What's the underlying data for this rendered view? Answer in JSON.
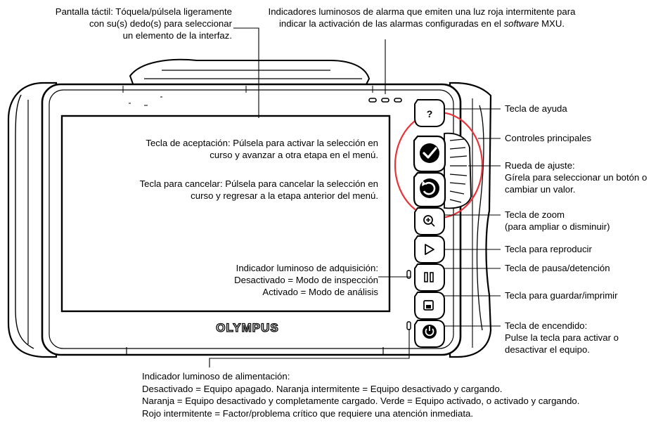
{
  "brand": "OLYMPUS",
  "callouts": {
    "touchscreen": [
      "Pantalla táctil: Tóquela/púlsela ligeramente",
      "con su(s) dedo(s) para seleccionar",
      "un elemento de la interfaz."
    ],
    "alarm_lights": {
      "line1": "Indicadores luminosos de alarma que emiten una luz roja intermitente para",
      "line2_pre": "indicar la activación de las alarmas configuradas en el ",
      "line2_em": "software",
      "line2_post": " MXU."
    },
    "accept_key": [
      "Tecla de aceptación: Púlsela para activar la selección en",
      "curso y avanzar a otra etapa en el menú."
    ],
    "cancel_key": [
      "Tecla para cancelar: Púlsela para cancelar la selección en",
      "curso y regresar a la etapa anterior del menú."
    ],
    "acquisition_light": [
      "Indicador luminoso de adquisición:",
      "Desactivado = Modo de inspección",
      "Activado = Modo de análisis"
    ],
    "help_key": [
      "Tecla de ayuda"
    ],
    "main_controls": [
      "Controles principales"
    ],
    "adjust_wheel": [
      "Rueda de ajuste:",
      "Gírela para seleccionar un botón o",
      "cambiar un valor."
    ],
    "zoom_key": [
      "Tecla de zoom",
      "(para ampliar o disminuir)"
    ],
    "play_key": [
      "Tecla para reproducir"
    ],
    "pause_key": [
      "Tecla de pausa/detención"
    ],
    "save_key": [
      "Tecla para guardar/imprimir"
    ],
    "power_key": [
      "Tecla de encendido:",
      "Pulse la tecla para activar o",
      "desactivar el equipo."
    ],
    "power_light": [
      "Indicador luminoso de alimentación:",
      "Desactivado = Equipo apagado. Naranja intermitente = Equipo desactivado y cargando.",
      "Naranja = Equipo desactivado y completamente cargado. Verde = Equipo activado, o activado y cargando.",
      "Rojo intermitente = Factor/problema crítico que requiere una atención inmediata."
    ]
  },
  "colors": {
    "highlight_circle": "#e8333a",
    "outline": "#000000",
    "background": "#ffffff"
  }
}
